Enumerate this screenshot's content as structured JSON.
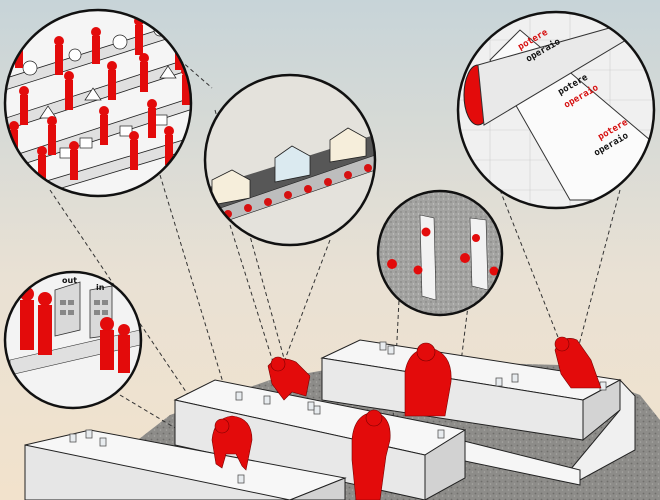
{
  "illustration": {
    "board_labels": {
      "out": "out",
      "in": "in"
    },
    "banner_words": {
      "power": "potere",
      "worker": "operaio"
    },
    "colors": {
      "sky_top": "#c7d4d8",
      "sky_bottom": "#f0e2cf",
      "figure_red": "#e30b0b",
      "ground_grey": "#8a8986",
      "table_white": "#f4f4f4",
      "outline": "#222222"
    }
  }
}
